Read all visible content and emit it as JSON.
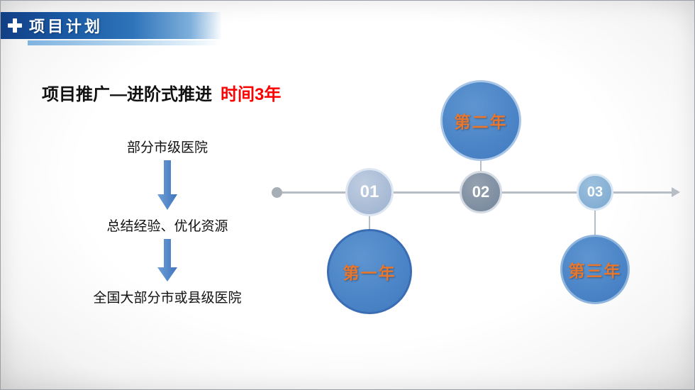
{
  "header": {
    "title": "项目计划"
  },
  "heading": {
    "title": "项目推广—进阶式推进",
    "duration": "时间3年"
  },
  "flow": {
    "step1": "部分市级医院",
    "step2": "总结经验、优化资源",
    "step3": "全国大部分市或县级医院"
  },
  "timeline": {
    "milestones": [
      {
        "number": "01",
        "year": "第一年"
      },
      {
        "number": "02",
        "year": "第二年"
      },
      {
        "number": "03",
        "year": "第三年"
      }
    ]
  },
  "colors": {
    "banner_blue": "#1a5aa5",
    "circle_blue": "#4a86c6",
    "year_text_orange": "#e8762c",
    "duration_red": "#ff0000",
    "timeline_gray": "#b6bdc5"
  }
}
